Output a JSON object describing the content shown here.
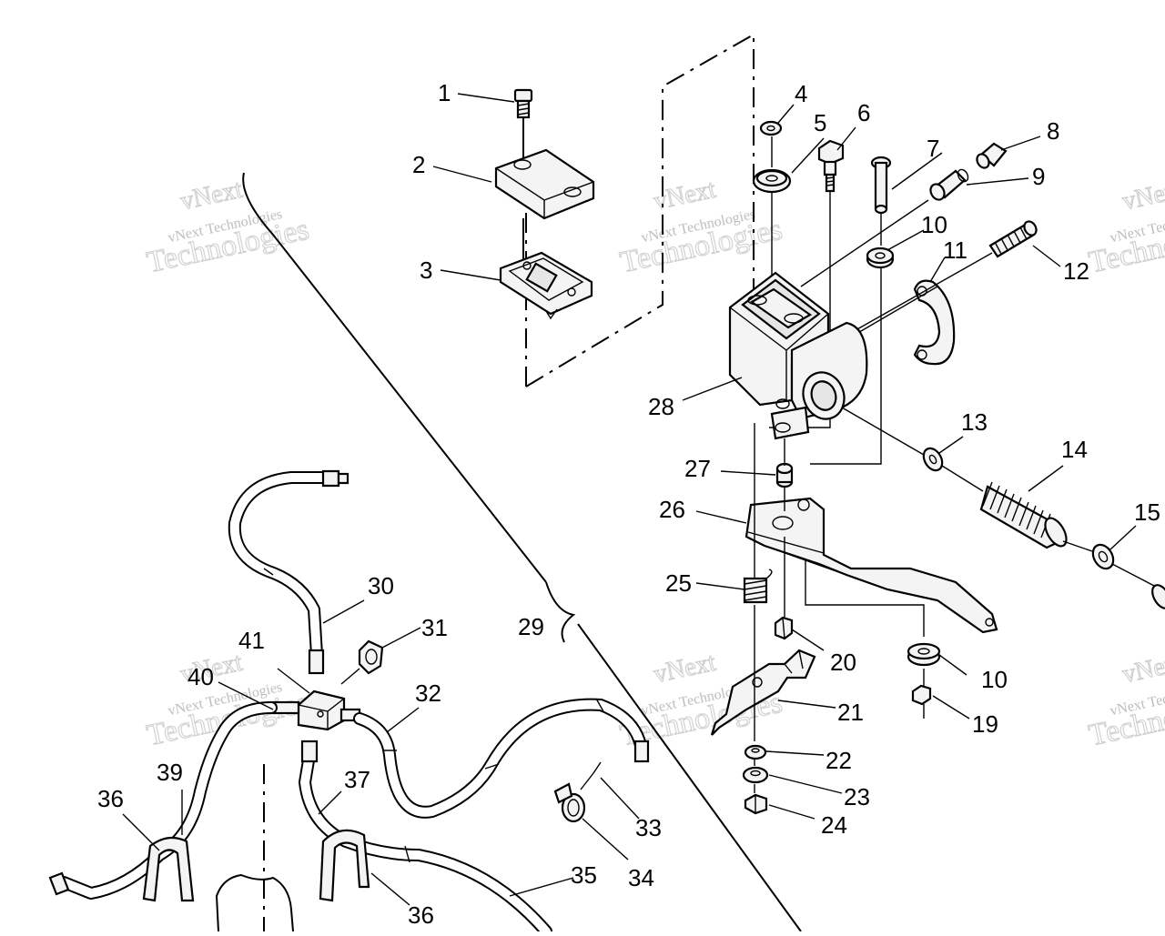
{
  "diagram": {
    "callouts": [
      "1",
      "2",
      "3",
      "4",
      "5",
      "6",
      "7",
      "8",
      "9",
      "10",
      "11",
      "12",
      "13",
      "14",
      "15",
      "19",
      "20",
      "21",
      "22",
      "23",
      "24",
      "25",
      "26",
      "27",
      "28",
      "29",
      "30",
      "31",
      "32",
      "33",
      "34",
      "35",
      "36",
      "37",
      "39",
      "40",
      "41"
    ],
    "callout_10_second": "10",
    "callout_36_second": "36",
    "watermark": {
      "line1": "vNext",
      "line2": "vNext Technologies",
      "line3": "Technologies"
    }
  }
}
